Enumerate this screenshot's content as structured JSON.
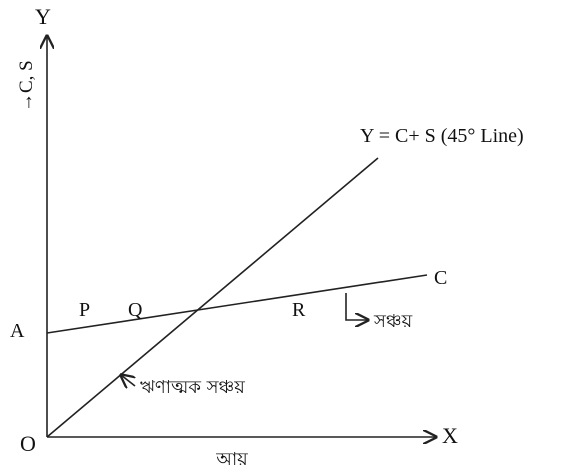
{
  "axes": {
    "y_axis_label": "Y",
    "y_axis_quantity": "→C, S",
    "x_axis_label": "X",
    "x_axis_quantity": "আয়",
    "origin_label": "O"
  },
  "lines": {
    "diagonal_label": "Y = C+ S (45° Line)",
    "consumption_label": "C",
    "intercept_label": "A"
  },
  "points": {
    "p": "P",
    "q": "Q",
    "r": "R"
  },
  "annotations": {
    "savings": "সঞ্চয়",
    "negative_savings": "ঋণাত্মক সঞ্চয়"
  }
}
